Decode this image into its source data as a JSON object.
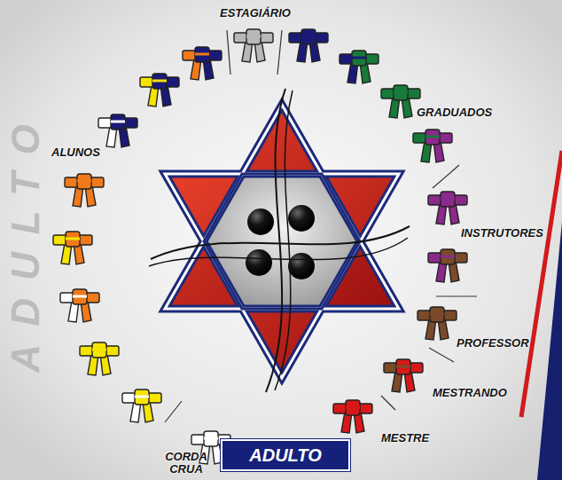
{
  "diagram": {
    "nodes": [
      {
        "text": [
          "ADULTO"
        ]
      }
    ],
    "labels": [
      "ESTAGIÁRIO",
      "GRADUADOS",
      "ALUNOS",
      "INSTRUTORES",
      "PROFESSOR",
      "MESTRANDO",
      "CORDA CRUA",
      "MESTRE",
      "ADULTO"
    ]
  }
}
